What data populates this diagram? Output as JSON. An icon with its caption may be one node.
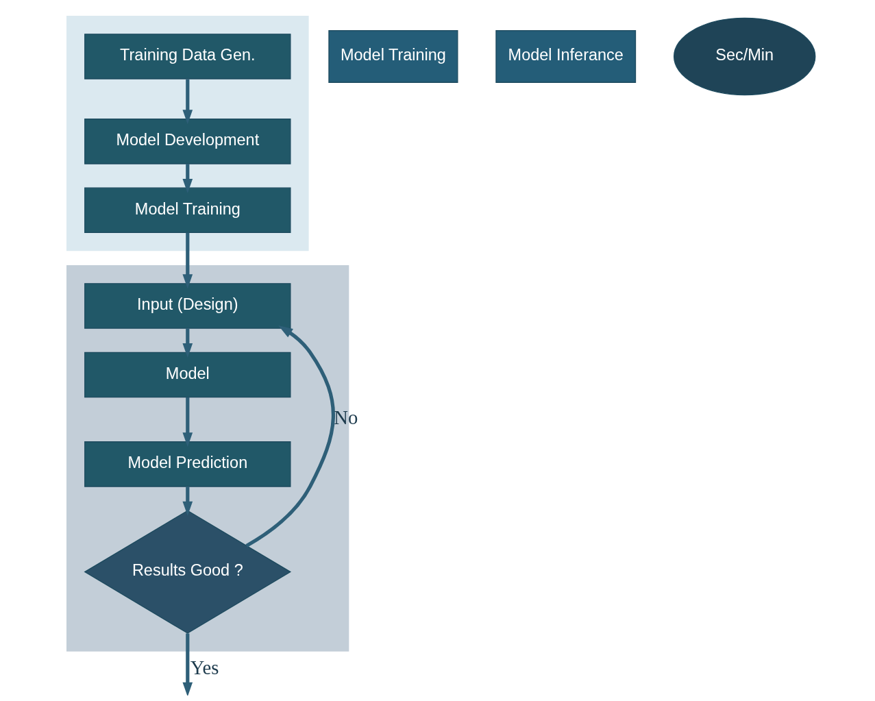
{
  "diagram": {
    "nodes": [
      {
        "text": [],
        "shape": "box"
      },
      {
        "text": [
          "Training Data Gen."
        ],
        "in": 0
      },
      {
        "text": [
          "Model Development"
        ],
        "in": 0
      },
      {
        "text": [
          "Model Training"
        ],
        "in": 0
      },
      {
        "text": [],
        "shape": "box"
      },
      {
        "text": [
          "Input (Design)"
        ],
        "in": 4
      },
      {
        "text": [
          "Model"
        ],
        "in": 4
      },
      {
        "text": [
          "Model Prediction"
        ],
        "in": 4
      },
      {
        "text": [
          "Results Good ?"
        ],
        "in": 4
      },
      {
        "text": [
          "Model Training"
        ]
      },
      {
        "text": [
          "Model Inferance"
        ]
      },
      {
        "text": [
          "Sec/Min"
        ]
      }
    ],
    "edges": [
      {
        "from": 1,
        "to": 2,
        "arrow": "to"
      },
      {
        "from": 2,
        "to": 3,
        "arrow": "to"
      },
      {
        "from": 3,
        "to": 5,
        "arrow": "to"
      },
      {
        "from": 5,
        "to": 6,
        "arrow": "to"
      },
      {
        "from": 6,
        "to": 7,
        "arrow": "to"
      },
      {
        "from": 7,
        "to": 8,
        "arrow": "to"
      },
      {
        "from": 8,
        "to": 5,
        "arrow": "to",
        "label": "No"
      },
      {
        "from": 8,
        "to": null,
        "arrow": "to",
        "label": "Yes"
      }
    ]
  }
}
